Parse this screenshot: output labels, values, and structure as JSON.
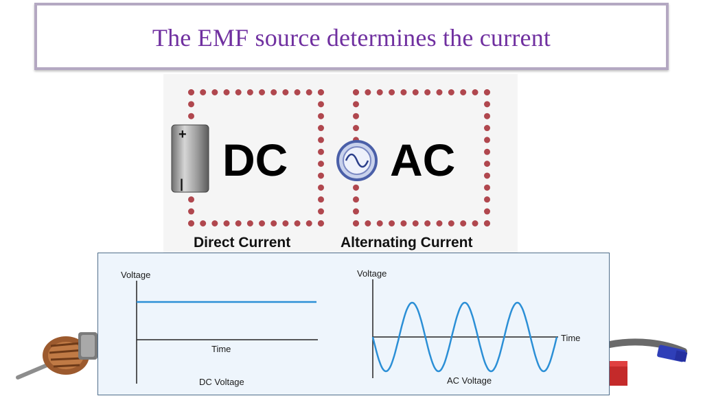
{
  "slide": {
    "title": "The EMF source determines the current"
  },
  "illustration": {
    "dc_label": "DC",
    "ac_label": "AC",
    "dc_caption": "Direct Current",
    "ac_caption": "Alternating Current",
    "battery_plus": "+",
    "battery_minus": "|",
    "colors": {
      "wire_dots": "#b0474e",
      "source_ring": "#4a5fa8"
    }
  },
  "graphs": {
    "dc": {
      "y_label": "Voltage",
      "x_label": "Time",
      "caption": "DC Voltage"
    },
    "ac": {
      "y_label": "Voltage",
      "x_label": "Time",
      "caption": "AC Voltage"
    },
    "colors": {
      "curve": "#2b8fd6",
      "axes": "#222222"
    }
  },
  "chart_data": [
    {
      "type": "line",
      "title": "DC Voltage",
      "xlabel": "Time",
      "ylabel": "Voltage",
      "series": [
        {
          "values": [
            1,
            1
          ]
        }
      ],
      "x": [
        0,
        1
      ],
      "ylim": [
        -0.5,
        1.2
      ],
      "grid": false
    },
    {
      "type": "line",
      "title": "AC Voltage",
      "xlabel": "Time",
      "ylabel": "Voltage",
      "series": [
        {
          "shape": "sine",
          "cycles": 3.5,
          "amplitude": 1
        }
      ],
      "ylim": [
        -1,
        1
      ],
      "grid": false
    }
  ]
}
